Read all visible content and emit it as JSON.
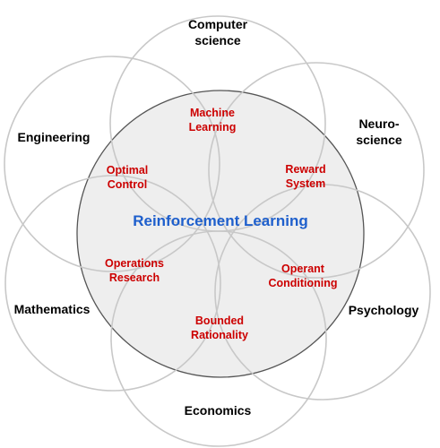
{
  "center_label": "Reinforcement Learning",
  "fields": {
    "computer_science": [
      "Computer",
      "science"
    ],
    "neuroscience": [
      "Neuro-",
      "science"
    ],
    "psychology": "Psychology",
    "economics": "Economics",
    "mathematics": "Mathematics",
    "engineering": "Engineering"
  },
  "intersections": {
    "machine_learning": [
      "Machine",
      "Learning"
    ],
    "reward_system": [
      "Reward",
      "System"
    ],
    "operant_conditioning": [
      "Operant",
      "Conditioning"
    ],
    "bounded_rationality": [
      "Bounded",
      "Rationality"
    ],
    "operations_research": [
      "Operations",
      "Research"
    ],
    "optimal_control": [
      "Optimal",
      "Control"
    ]
  },
  "colors": {
    "outer_circle_stroke": "#c8c8c8",
    "center_circle_fill": "#eeeeee",
    "center_circle_stroke": "#555555",
    "field_text": "#000000",
    "intersection_text": "#cc0000",
    "center_text": "#1e5fcc"
  }
}
